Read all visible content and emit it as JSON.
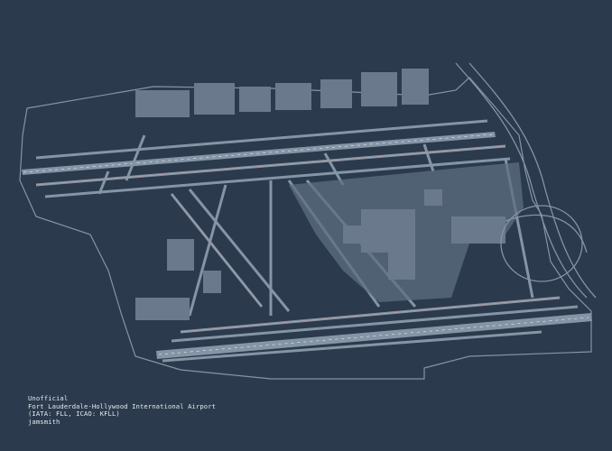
{
  "map": {
    "background_color": "#2b3a4c",
    "surface_color": "#8495a6",
    "building_color": "#6a7a8c",
    "taxiline_color": "#c9a0a0",
    "runway_mark_color": "#ffffff"
  },
  "caption": {
    "line1": "Unofficial",
    "line2": "Fort Lauderdale-Hollywood International Airport",
    "line3": "(IATA: FLL, ICAO: KFLL)",
    "line4": "jamsmith"
  }
}
